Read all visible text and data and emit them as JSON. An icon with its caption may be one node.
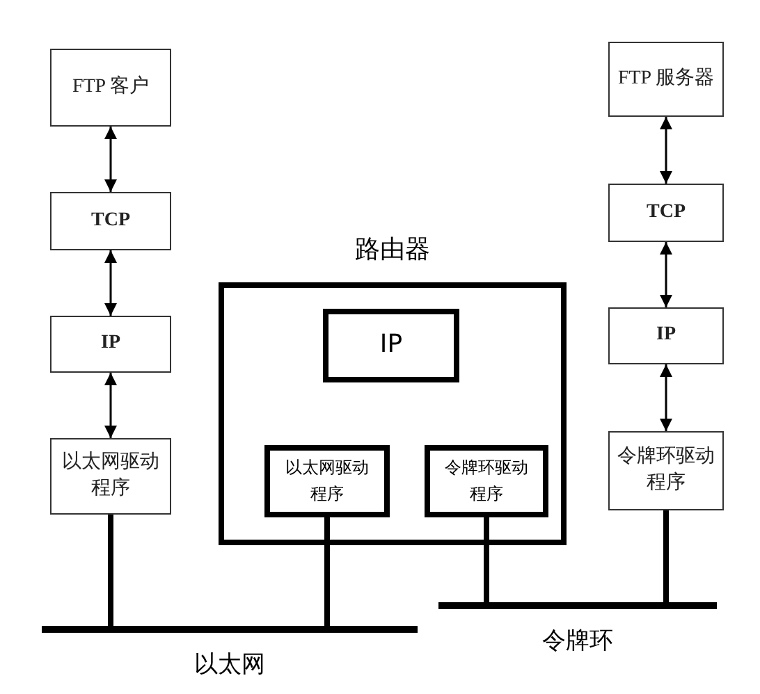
{
  "diagram": {
    "nodes": [
      {
        "text": [
          "FTP 客户"
        ]
      },
      {
        "text": [
          "TCP"
        ]
      },
      {
        "text": [
          "IP"
        ]
      },
      {
        "text": [
          "以太网驱动程序"
        ]
      },
      {
        "text": [
          "路由器"
        ]
      },
      {
        "text": [
          "IP"
        ],
        "in": 4
      },
      {
        "text": [
          "以太网驱动程序"
        ],
        "in": 4
      },
      {
        "text": [
          "令牌环驱动程序"
        ],
        "in": 4
      },
      {
        "text": [
          "FTP 服务器"
        ]
      },
      {
        "text": [
          "TCP"
        ]
      },
      {
        "text": [
          "IP"
        ]
      },
      {
        "text": [
          "令牌环驱动程序"
        ]
      },
      {
        "text": [
          "以太网"
        ]
      },
      {
        "text": [
          "令牌环"
        ]
      }
    ],
    "edges": [
      {
        "from": 0,
        "to": 1,
        "arrow": "both"
      },
      {
        "from": 1,
        "to": 2,
        "arrow": "both"
      },
      {
        "from": 2,
        "to": 3,
        "arrow": "both"
      },
      {
        "from": 3,
        "to": 12,
        "arrow": "none",
        "style": "thick"
      },
      {
        "from": 6,
        "to": 12,
        "arrow": "none",
        "style": "thick"
      },
      {
        "from": 7,
        "to": 13,
        "arrow": "none",
        "style": "thick"
      },
      {
        "from": 8,
        "to": 9,
        "arrow": "both"
      },
      {
        "from": 9,
        "to": 10,
        "arrow": "both"
      },
      {
        "from": 10,
        "to": 11,
        "arrow": "both"
      },
      {
        "from": 11,
        "to": 13,
        "arrow": "none",
        "style": "thick"
      }
    ]
  }
}
